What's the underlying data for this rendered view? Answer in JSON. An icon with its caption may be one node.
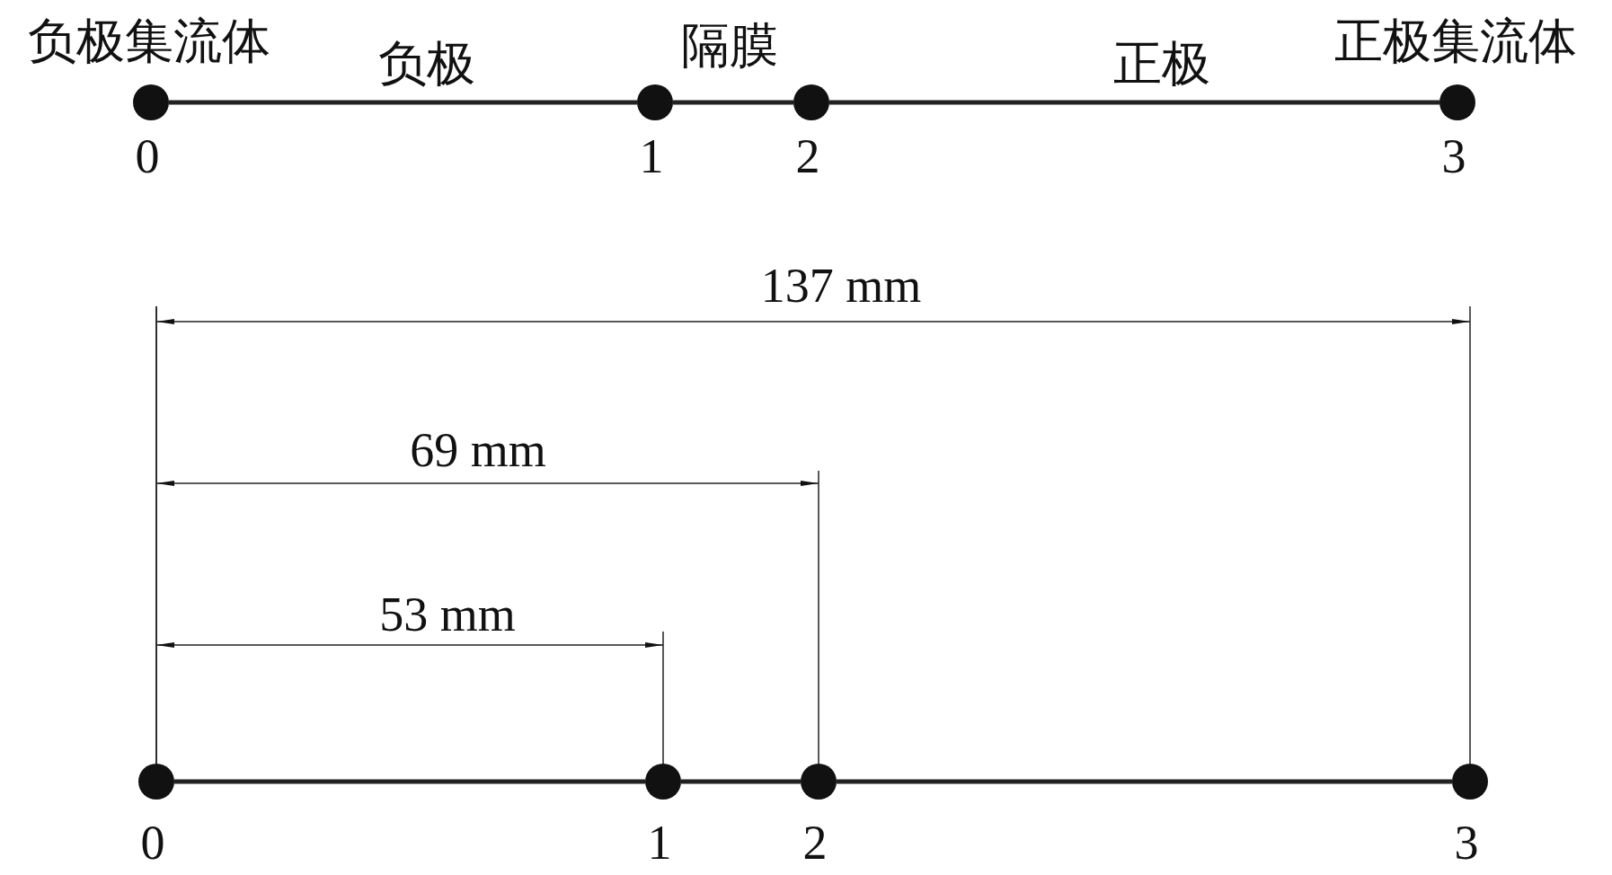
{
  "diagram": {
    "nodes": [
      {
        "text": [],
        "shape": "circle",
        "beside": [
          "负极集流体",
          "0"
        ]
      },
      {
        "text": [],
        "shape": "circle",
        "beside": [
          "1"
        ]
      },
      {
        "text": [],
        "shape": "circle",
        "beside": [
          "2"
        ]
      },
      {
        "text": [],
        "shape": "circle",
        "beside": [
          "正极集流体",
          "3"
        ]
      },
      {
        "text": [],
        "shape": "circle",
        "beside": [
          "0"
        ]
      },
      {
        "text": [],
        "shape": "circle",
        "beside": [
          "1"
        ]
      },
      {
        "text": [],
        "shape": "circle",
        "beside": [
          "2"
        ]
      },
      {
        "text": [],
        "shape": "circle",
        "beside": [
          "3"
        ]
      }
    ],
    "edges": [
      {
        "from": 0,
        "to": 1,
        "arrow": "none",
        "label": "负极"
      },
      {
        "from": 1,
        "to": 2,
        "arrow": "none",
        "label": "隔膜"
      },
      {
        "from": 2,
        "to": 3,
        "arrow": "none",
        "label": "正极"
      },
      {
        "from": 4,
        "to": 5,
        "arrow": "none"
      },
      {
        "from": 5,
        "to": 6,
        "arrow": "none"
      },
      {
        "from": 6,
        "to": 7,
        "arrow": "none"
      }
    ],
    "labels": [
      "137 mm",
      "69 mm",
      "53 mm"
    ]
  }
}
